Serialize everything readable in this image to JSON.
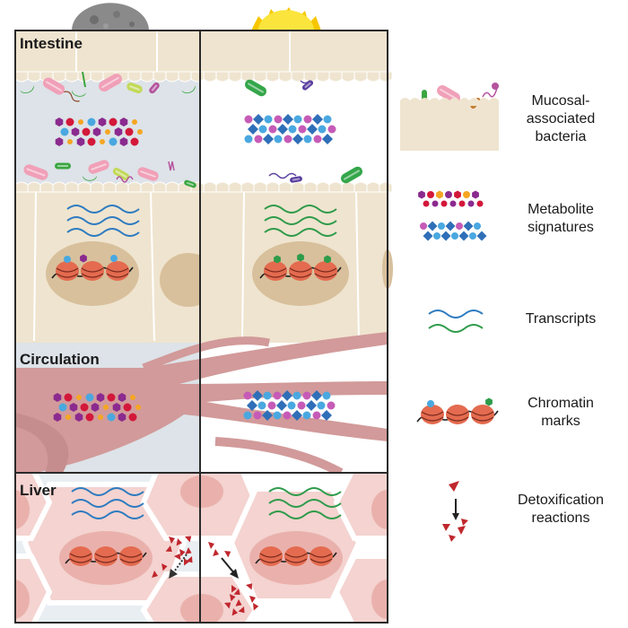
{
  "sections": {
    "intestine": "Intestine",
    "circulation": "Circulation",
    "liver": "Liver"
  },
  "legend": {
    "bacteria": [
      "Mucosal-",
      "associated",
      "bacteria"
    ],
    "metabolites": [
      "Metabolite",
      "signatures"
    ],
    "transcripts": "Transcripts",
    "chromatin": [
      "Chromatin",
      "marks"
    ],
    "detox": [
      "Detoxification",
      "reactions"
    ]
  },
  "icons": {
    "night": "moon-icon",
    "day": "sun-icon"
  },
  "colors": {
    "night_bg": "#dde3e8",
    "day_bg": "#ffffff",
    "epithelium": "#efe4cf",
    "nucleus": "#d8c09c",
    "vessel": "#d29a9a",
    "liver_cell": "#f4d3d0",
    "liver_nucleus": "#eab1ac",
    "night_transcript": "#2d7bc0",
    "day_transcript": "#2e9b4a",
    "detox": "#c0272d"
  }
}
